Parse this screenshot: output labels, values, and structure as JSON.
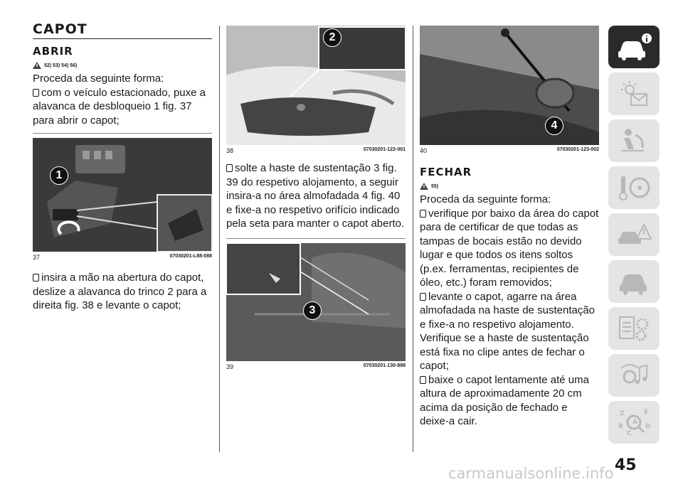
{
  "col1": {
    "title": "CAPOT",
    "subtitle": "ABRIR",
    "warnings": "52) 53) 54) 56)",
    "intro": "Proceda da seguinte forma:",
    "step1": "com o veículo estacionado, puxe a alavanca de desbloqueio 1 fig. 37 para abrir o capot;",
    "fig": {
      "number": "37",
      "code": "07030201-L88-088",
      "callout": "1"
    },
    "step2": "insira a mão na abertura do capot, deslize a alavanca do trinco 2 para a direita fig. 38 e levante o capot;"
  },
  "col2": {
    "fig_top": {
      "number": "38",
      "code": "07030201-122-001",
      "callout": "2"
    },
    "step3": "solte a haste de sustentação 3 fig. 39 do respetivo alojamento, a seguir insira-a no área almofadada 4 fig. 40 e fixe-a no respetivo orifício indicado pela seta para manter o capot aberto.",
    "fig_bottom": {
      "number": "39",
      "code": "07030201-130-888",
      "callout": "3"
    }
  },
  "col3": {
    "fig": {
      "number": "40",
      "code": "07030201-123-002",
      "callout": "4"
    },
    "subtitle": "FECHAR",
    "warnings": "55)",
    "intro": "Proceda da seguinte forma:",
    "step1": "verifique por baixo da área do capot para de certificar de que todas as tampas de bocais estão no devido lugar e que todos os itens soltos (p.ex. ferramentas, recipientes de óleo, etc.) foram removidos;",
    "step2": "levante o capot, agarre na área almofadada na haste de sustentação e fixe-a no respetivo alojamento. Verifique se a haste de sustentação está fixa no clipe antes de fechar o capot;",
    "step3": "baixe o capot lentamente até uma altura de aproximadamente 20 cm acima da posição de fechado e deixe-a cair."
  },
  "sidebar": {
    "tabs": [
      {
        "icon": "car-info-icon",
        "active": true
      },
      {
        "icon": "dashboard-lights-icon",
        "active": false
      },
      {
        "icon": "airbag-seat-icon",
        "active": false
      },
      {
        "icon": "key-steering-wheel-icon",
        "active": false
      },
      {
        "icon": "car-accident-icon",
        "active": false
      },
      {
        "icon": "car-maintenance-icon",
        "active": false
      },
      {
        "icon": "specs-gears-icon",
        "active": false
      },
      {
        "icon": "multimedia-icon",
        "active": false
      },
      {
        "icon": "index-az-icon",
        "active": false
      }
    ]
  },
  "page_number": "45",
  "watermark": "carmanualsonline.info"
}
